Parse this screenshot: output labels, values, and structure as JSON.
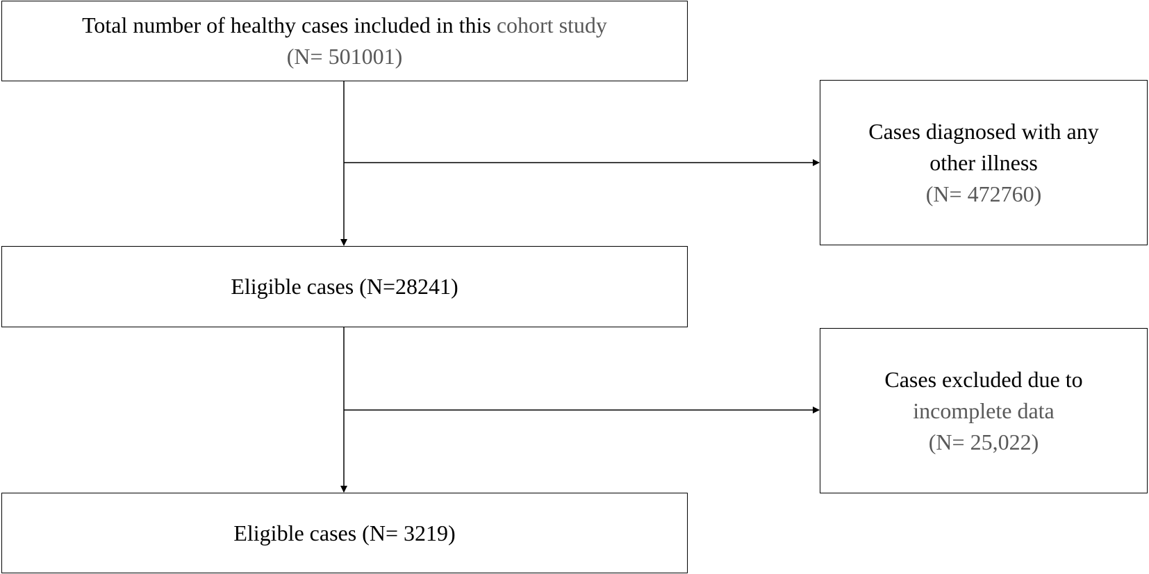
{
  "flowchart": {
    "total_box": {
      "line1_part1": "Total number of healthy cases included in this",
      "line1_part2": "cohort study",
      "line2": "(N= 501001)"
    },
    "illness_box": {
      "line1": "Cases diagnosed with any",
      "line2": "other illness",
      "line3": "(N= 472760)"
    },
    "eligible_box_1": {
      "line1": "Eligible cases (N=28241)"
    },
    "incomplete_box": {
      "line1": "Cases excluded due to",
      "line2": "incomplete data",
      "line3": "(N= 25,022)"
    },
    "eligible_box_2": {
      "line1": "Eligible cases (N= 3219)"
    }
  }
}
